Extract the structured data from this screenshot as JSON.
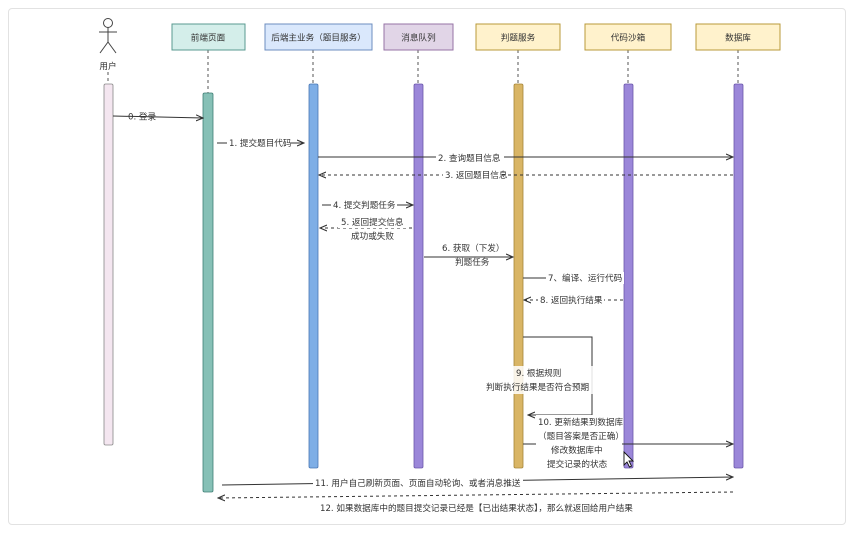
{
  "actor": {
    "label": "用户"
  },
  "participants": [
    {
      "id": "frontend",
      "label": "前端页面",
      "fill": "#d4eeea",
      "stroke": "#5a9a90",
      "bar": "#86c0b6"
    },
    {
      "id": "backend",
      "label": "后端主业务（题目服务）",
      "fill": "#dae8fc",
      "stroke": "#6c8ebf",
      "bar": "#7eaee6"
    },
    {
      "id": "mq",
      "label": "消息队列",
      "fill": "#e1d5e7",
      "stroke": "#9673a6",
      "bar": "#9b87d9"
    },
    {
      "id": "judge",
      "label": "判题服务",
      "fill": "#fff2cc",
      "stroke": "#b89a3a",
      "bar": "#d9b565"
    },
    {
      "id": "sandbox",
      "label": "代码沙箱",
      "fill": "#fff2cc",
      "stroke": "#b89a3a",
      "bar": "#9b87d9"
    },
    {
      "id": "db",
      "label": "数据库",
      "fill": "#fff2cc",
      "stroke": "#b89a3a",
      "bar": "#9b87d9"
    }
  ],
  "colors": {
    "user_bar": "#f4e6f0",
    "arrow": "#333333"
  },
  "messages": [
    {
      "lines": [
        "0. 登录"
      ]
    },
    {
      "lines": [
        "1. 提交题目代码"
      ]
    },
    {
      "lines": [
        "2. 查询题目信息"
      ]
    },
    {
      "lines": [
        "3. 返回题目信息"
      ]
    },
    {
      "lines": [
        "4. 提交判题任务"
      ]
    },
    {
      "lines": [
        "5. 返回提交信息",
        "成功或失败"
      ]
    },
    {
      "lines": [
        "6. 获取（下发）",
        "判题任务"
      ]
    },
    {
      "lines": [
        "7、编译、运行代码"
      ]
    },
    {
      "lines": [
        "8. 返回执行结果"
      ]
    },
    {
      "lines": [
        "9. 根据规则",
        "判断执行结果是否符合预期"
      ]
    },
    {
      "lines": [
        "10. 更新结果到数据库",
        "（题目答案是否正确）",
        "修改数据库中",
        "提交记录的状态"
      ]
    },
    {
      "lines": [
        "11. 用户自己刷新页面、页面自动轮询、或者消息推送"
      ]
    },
    {
      "lines": [
        "12. 如果数据库中的题目提交记录已经是【已出结果状态】，那么就返回给用户结果"
      ]
    }
  ]
}
